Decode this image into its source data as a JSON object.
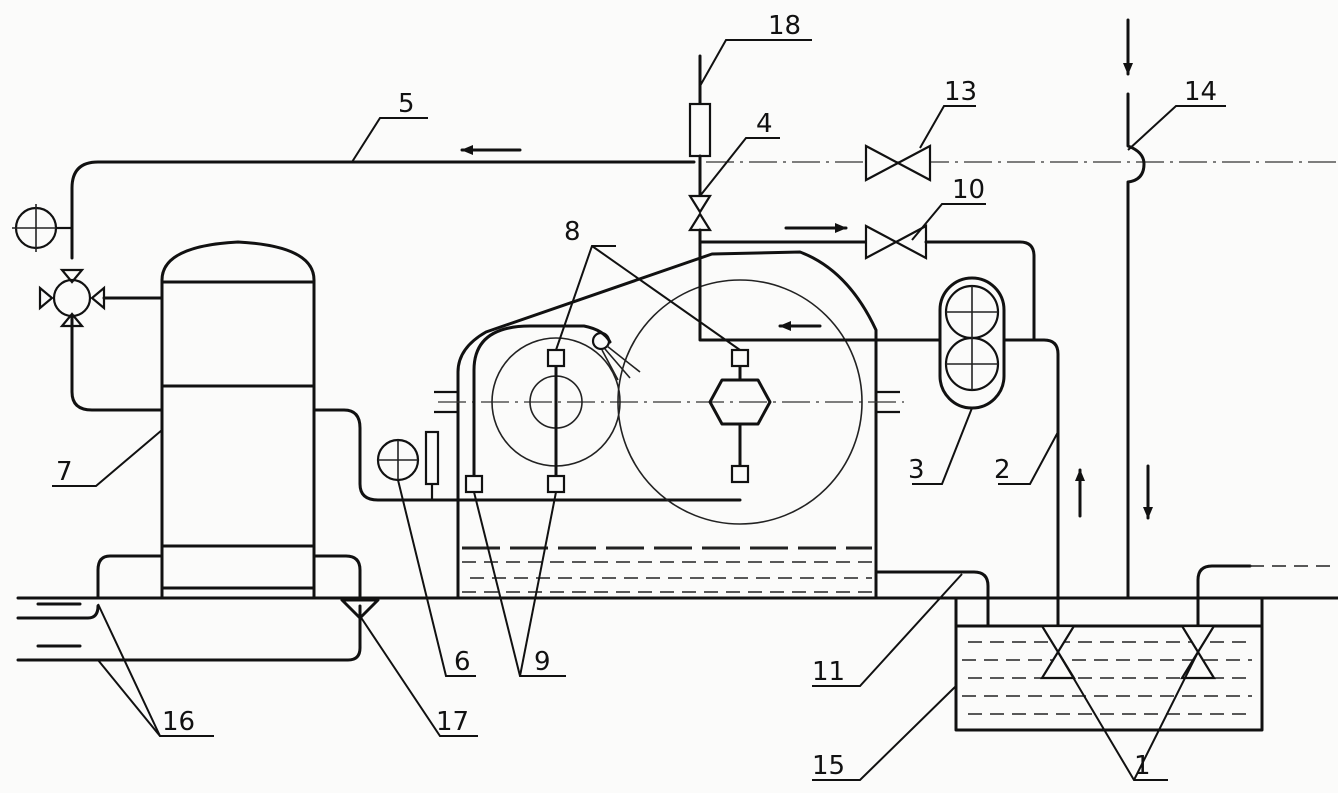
{
  "labels": {
    "l1": "1",
    "l2": "2",
    "l3": "3",
    "l4": "4",
    "l5": "5",
    "l6": "6",
    "l7": "7",
    "l8": "8",
    "l9": "9",
    "l10": "10",
    "l11": "11",
    "l13": "13",
    "l14": "14",
    "l15": "15",
    "l16": "16",
    "l17": "17",
    "l18": "18"
  },
  "colors": {
    "line": "#111111",
    "paper": "#fbfbfa"
  }
}
